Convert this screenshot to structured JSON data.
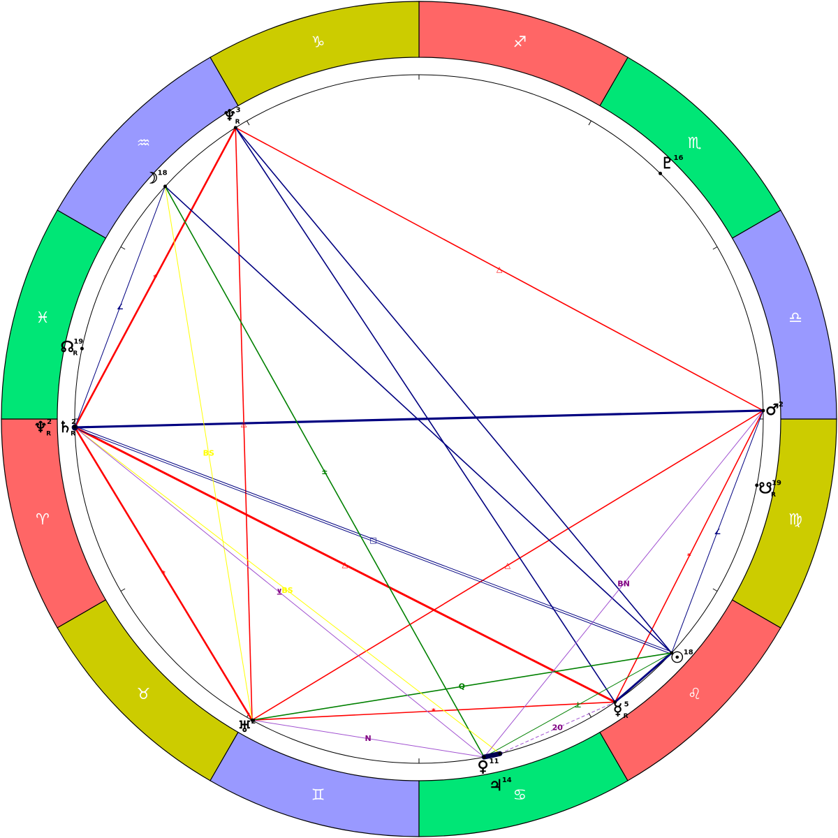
{
  "signs": [
    {
      "id": "aries",
      "glyph": "♈",
      "color": "#FF6666"
    },
    {
      "id": "taurus",
      "glyph": "♉",
      "color": "#CCCC00"
    },
    {
      "id": "gemini",
      "glyph": "♊",
      "color": "#9999FF"
    },
    {
      "id": "cancer",
      "glyph": "♋",
      "color": "#00E676"
    },
    {
      "id": "leo",
      "glyph": "♌",
      "color": "#FF6666"
    },
    {
      "id": "virgo",
      "glyph": "♍",
      "color": "#CCCC00"
    },
    {
      "id": "libra",
      "glyph": "♎",
      "color": "#9999FF"
    },
    {
      "id": "scorpio",
      "glyph": "♏",
      "color": "#00E676"
    },
    {
      "id": "sagittarius",
      "glyph": "♐",
      "color": "#FF6666"
    },
    {
      "id": "capricorn",
      "glyph": "♑",
      "color": "#CCCC00"
    },
    {
      "id": "aquarius",
      "glyph": "♒",
      "color": "#9999FF"
    },
    {
      "id": "pisces",
      "glyph": "♓",
      "color": "#00E676"
    }
  ],
  "planets": [
    {
      "id": "sun",
      "glyph": "☉",
      "degree": "18",
      "longitude": 137.2
    },
    {
      "id": "moon",
      "glyph": "☽",
      "degree": "18",
      "longitude": 317.5
    },
    {
      "id": "mercury",
      "glyph": "☿",
      "degree": "5",
      "retrograde": "R",
      "longitude": 124.7
    },
    {
      "id": "venus",
      "glyph": "♀",
      "degree": "11",
      "longitude": 100.9
    },
    {
      "id": "mars",
      "glyph": "♂",
      "degree": "2",
      "longitude": 181.4
    },
    {
      "id": "jupiter",
      "glyph": "♃",
      "degree": "14",
      "longitude": 103.6
    },
    {
      "id": "saturn",
      "glyph": "♄",
      "degree": "2",
      "retrograde": "R",
      "longitude": 1.4
    },
    {
      "id": "uranus",
      "glyph": "♅",
      "degree": "2",
      "longitude": 61.0
    },
    {
      "id": "neptune",
      "glyph": "♆",
      "degree": "3",
      "retrograde": "R",
      "longitude": 302.2
    },
    {
      "id": "trident",
      "glyph": "♆",
      "degree": "2",
      "retrograde": "R",
      "longitude": 1.3
    },
    {
      "id": "pluto",
      "glyph": "♇",
      "degree": "16",
      "longitude": 225.5
    },
    {
      "id": "north-node",
      "glyph": "☊",
      "degree": "19",
      "retrograde": "R",
      "longitude": 348.2
    },
    {
      "id": "south-node",
      "glyph": "☋",
      "degree": "19",
      "retrograde": "R",
      "longitude": 168.9
    }
  ],
  "aspects": [
    {
      "from": "neptune",
      "to": "mars",
      "color": "#FF0000",
      "label": "△"
    },
    {
      "from": "neptune",
      "to": "saturn",
      "color": "#FF0000",
      "label": "*"
    },
    {
      "from": "neptune",
      "to": "uranus",
      "color": "#FF0000",
      "label": "△"
    },
    {
      "from": "saturn",
      "to": "mercury",
      "color": "#FF0000",
      "label": "△"
    },
    {
      "from": "saturn",
      "to": "uranus",
      "color": "#FF0000",
      "label": "*"
    },
    {
      "from": "uranus",
      "to": "mars",
      "color": "#FF0000",
      "label": "△"
    },
    {
      "from": "mars",
      "to": "mercury",
      "color": "#FF0000",
      "label": "*"
    },
    {
      "from": "uranus",
      "to": "mercury",
      "color": "#FF0000",
      "label": "*"
    },
    {
      "from": "saturn",
      "to": "mars",
      "color": "#000080"
    },
    {
      "from": "moon",
      "to": "sun",
      "color": "#000080"
    },
    {
      "from": "neptune",
      "to": "sun",
      "color": "#000080"
    },
    {
      "from": "neptune",
      "to": "mercury",
      "color": "#000080"
    },
    {
      "from": "saturn",
      "to": "sun",
      "color": "#000080",
      "label": "□"
    },
    {
      "from": "sun",
      "to": "mercury",
      "color": "#000080"
    },
    {
      "from": "moon",
      "to": "saturn",
      "color": "#000080",
      "label": "∠"
    },
    {
      "from": "mars",
      "to": "sun",
      "color": "#000080",
      "label": "∠"
    },
    {
      "from": "moon",
      "to": "venus",
      "color": "#008000",
      "label": "±"
    },
    {
      "from": "uranus",
      "to": "sun",
      "color": "#008000",
      "label": "Q"
    },
    {
      "from": "venus",
      "to": "sun",
      "color": "#008000",
      "label": "⊥"
    },
    {
      "from": "moon",
      "to": "uranus",
      "color": "#FFFF00",
      "label": "BS"
    },
    {
      "from": "saturn",
      "to": "jupiter",
      "color": "#FFFF00",
      "label": "BS"
    },
    {
      "from": "saturn",
      "to": "venus",
      "color": "#A050D0",
      "label": "⊻",
      "label_color": "#800080"
    },
    {
      "from": "uranus",
      "to": "venus",
      "color": "#A050D0",
      "label": "N",
      "label_color": "#800080"
    },
    {
      "from": "mars",
      "to": "venus",
      "color": "#A050D0",
      "label": "BN",
      "label_color": "#800080"
    },
    {
      "from": "jupiter",
      "to": "mercury",
      "color": "#A050D0",
      "label": "20",
      "label_color": "#800080"
    }
  ]
}
